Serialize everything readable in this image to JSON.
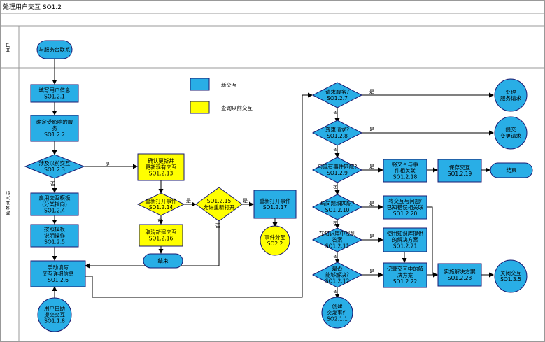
{
  "title": "处理用户交互 SO1.2",
  "lanes": [
    "用户",
    "服务台人员"
  ],
  "legend": [
    {
      "text": "新交互",
      "color": "#29aee6"
    },
    {
      "text": "查询以前交互",
      "color": "#ffff00"
    }
  ],
  "colors": {
    "new": "#29aee6",
    "existing": "#ffff00",
    "line": "#000000",
    "dark": "#1a1a70"
  },
  "nodes": {
    "contact": [
      "与服务台联系"
    ],
    "n121": [
      "填写用户信息",
      "SO1.2.1"
    ],
    "n122": [
      "确定受影响的服",
      "务",
      "SO1.2.2"
    ],
    "d123": [
      "涉及以前交互",
      "SO1.2.3"
    ],
    "n124": [
      "启用交互模板",
      "(分类指向)",
      "SO1.2.4"
    ],
    "n125": [
      "按照模板",
      "说明操作",
      "SO1.2.5"
    ],
    "n126": [
      "手动填写",
      "交互详细信息",
      "SO1.2.6"
    ],
    "c118": [
      "用户自助",
      "提交交互",
      "SO1.1.8"
    ],
    "n1213": [
      "确认更新并",
      "更新现有交互",
      "SO1.2.13"
    ],
    "d1214": [
      "重新打开事件",
      "SO1.2.14"
    ],
    "n1216": [
      "取消新建交互",
      "SO1.2.16"
    ],
    "end1": [
      "结束"
    ],
    "d1215": [
      "SO1.2.15",
      "允许重新打开"
    ],
    "n1217": [
      "重新打开事件",
      "SO1.2.17"
    ],
    "c22": [
      "事件分配",
      "SO2.2"
    ],
    "d127": [
      "请求服务?",
      "SO1.2.7"
    ],
    "c_svc": [
      "处理",
      "服务请求"
    ],
    "d128": [
      "变更请求?",
      "SO1.2.8"
    ],
    "c_chg": [
      "提交",
      "变更请求"
    ],
    "d129": [
      "与现有事件匹配?",
      "SO1.2.9"
    ],
    "n1218": [
      "将交互与事",
      "件相关联",
      "SO1.2.18"
    ],
    "n1219": [
      "保存交互",
      "SO1.2.19"
    ],
    "end2": [
      "结束"
    ],
    "d1210": [
      "与问题相匹配?",
      "SO1.2.10"
    ],
    "n1220": [
      "将交互与问题/",
      "已知错误相关联",
      "SO1.2.20"
    ],
    "d1211": [
      "在知识库中找到",
      "答案",
      "SO1.2.11"
    ],
    "n1221": [
      "使用知识库提供",
      "的解决方案",
      "SO1.2.21"
    ],
    "d1212": [
      "是否",
      "能够解决?",
      "SO1.2.12"
    ],
    "n1222": [
      "记录交互中的解",
      "决方案",
      "SO1.2.22"
    ],
    "n1223": [
      "实施解决方案",
      "SO1.2.23"
    ],
    "c135": [
      "关闭交互",
      "SO1.3.5"
    ],
    "c211": [
      "创建",
      "突发事件",
      "SO2.1.1"
    ]
  },
  "edge_labels": {
    "yes": "是",
    "no": "否"
  }
}
